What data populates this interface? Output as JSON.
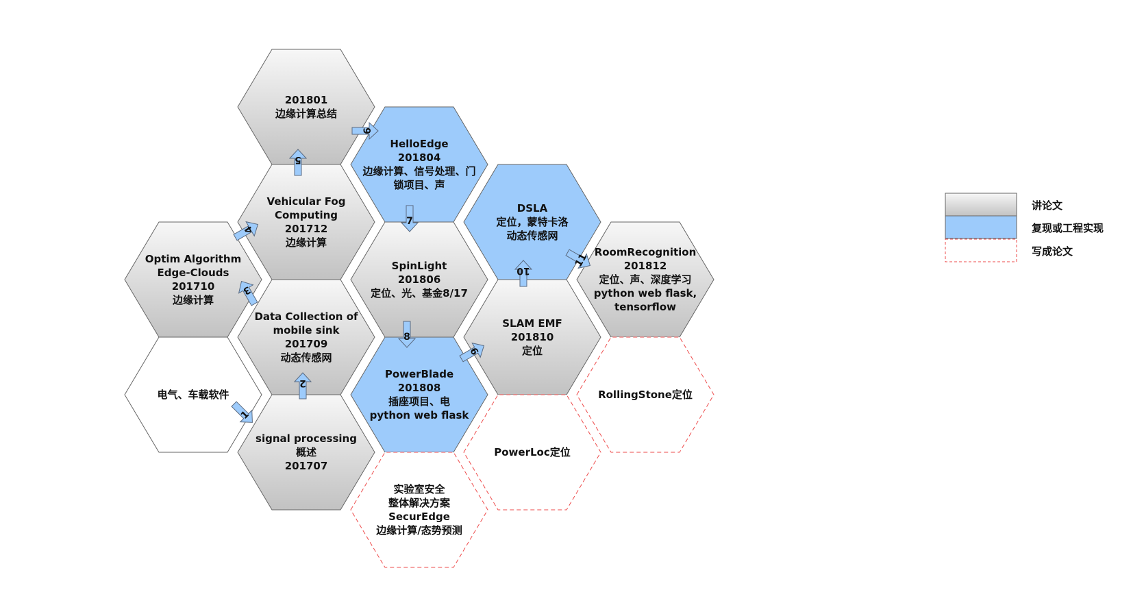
{
  "colors": {
    "blue": "#9dcbfb",
    "gray_top": "#f7f7f7",
    "gray_bottom": "#c2c2c2",
    "red": "#ee4b4b",
    "dark_red": "#e03a3a",
    "stroke": "#666666"
  },
  "legend": {
    "talk_label": "讲论文",
    "reproduce_label": "复现或工程实现",
    "write_label": "写成论文"
  },
  "hexes": [
    {
      "id": "h-201801",
      "style": "gray",
      "lines": [
        "201801",
        "边缘计算总结"
      ]
    },
    {
      "id": "h-helloedge",
      "style": "blue",
      "lines": [
        "HelloEdge",
        "201804",
        "边缘计算、信号处理、门",
        "锁项目、声"
      ]
    },
    {
      "id": "h-vehicular",
      "style": "gray",
      "lines": [
        "Vehicular Fog",
        "Computing",
        "201712",
        "边缘计算"
      ]
    },
    {
      "id": "h-dsla",
      "style": "blue",
      "lines": [
        "DSLA",
        "定位，蒙特卡洛",
        "动态传感网"
      ]
    },
    {
      "id": "h-optim",
      "style": "gray",
      "lines": [
        "Optim Algorithm",
        "Edge-Clouds",
        "201710",
        "边缘计算"
      ]
    },
    {
      "id": "h-spinlight",
      "style": "gray",
      "lines": [
        "SpinLight",
        "201806",
        "定位、光、基金8/17"
      ]
    },
    {
      "id": "h-roomrecog",
      "style": "gray",
      "lines": [
        "RoomRecognition",
        "201812",
        "定位、声、深度学习",
        "python web flask,",
        "tensorflow"
      ]
    },
    {
      "id": "h-datacollect",
      "style": "gray",
      "lines": [
        "Data Collection of",
        "mobile sink",
        "201709",
        "动态传感网"
      ]
    },
    {
      "id": "h-slam",
      "style": "gray",
      "lines": [
        "SLAM EMF",
        "201810",
        "定位"
      ]
    },
    {
      "id": "h-electric",
      "style": "white",
      "lines": [
        "电气、车载软件"
      ]
    },
    {
      "id": "h-powerblade",
      "style": "blue",
      "lines": [
        "PowerBlade",
        "201808",
        "插座项目、电",
        "python web flask"
      ]
    },
    {
      "id": "h-rollingstone",
      "style": "dashed",
      "lines": [
        "RollingStone定位"
      ]
    },
    {
      "id": "h-signal",
      "style": "gray",
      "lines": [
        "signal processing",
        "概述",
        "201707"
      ]
    },
    {
      "id": "h-powerloc",
      "style": "dashed",
      "lines": [
        "PowerLoc定位"
      ]
    },
    {
      "id": "h-securedge",
      "style": "dashed",
      "lines": [
        "实验室安全",
        "整体解决方案",
        "SecurEdge",
        "边缘计算/态势预测"
      ]
    }
  ],
  "arrows": [
    {
      "id": "arrow-1",
      "label": "1"
    },
    {
      "id": "arrow-2",
      "label": "2"
    },
    {
      "id": "arrow-3",
      "label": "3"
    },
    {
      "id": "arrow-4",
      "label": "4"
    },
    {
      "id": "arrow-5",
      "label": "5"
    },
    {
      "id": "arrow-6",
      "label": "6"
    },
    {
      "id": "arrow-7",
      "label": "7"
    },
    {
      "id": "arrow-8",
      "label": "8"
    },
    {
      "id": "arrow-9",
      "label": "9"
    },
    {
      "id": "arrow-10",
      "label": "10"
    },
    {
      "id": "arrow-11",
      "label": "11"
    }
  ]
}
